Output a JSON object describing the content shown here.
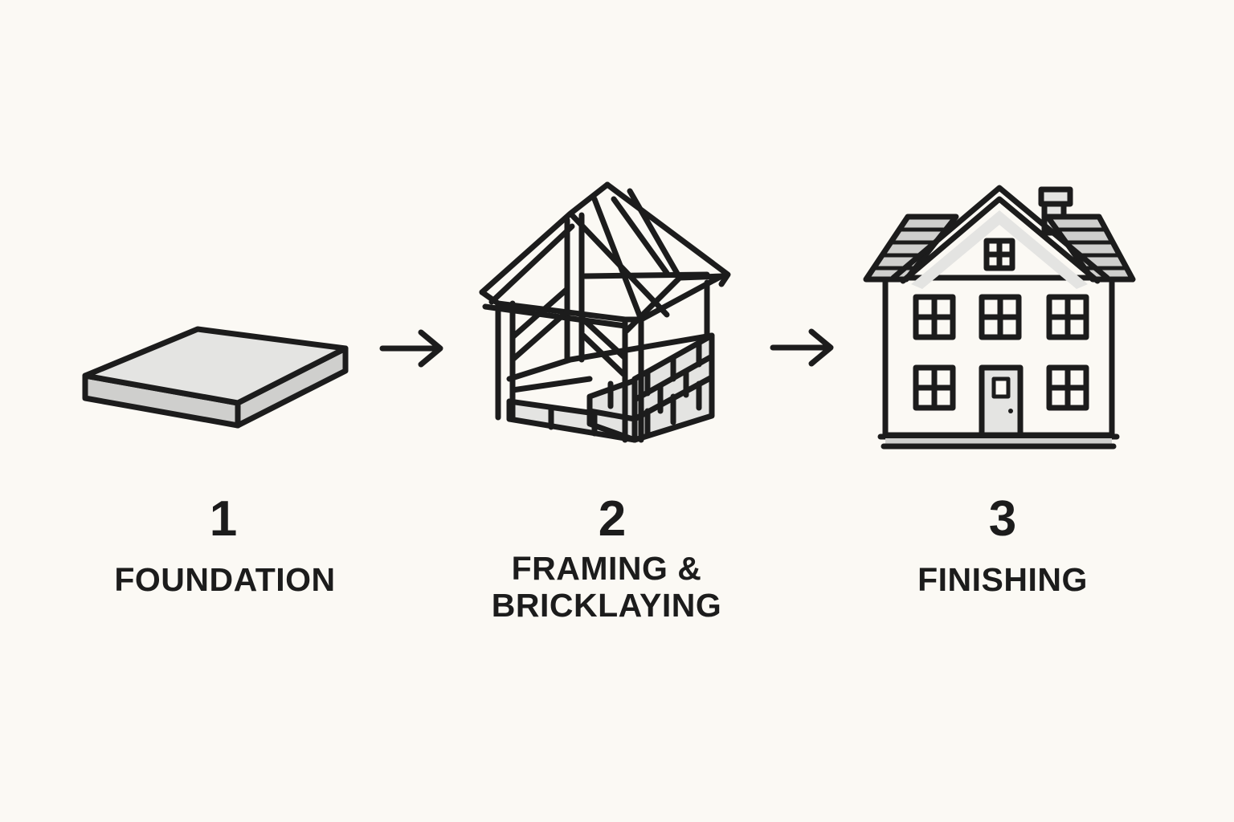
{
  "colors": {
    "background": "#fbf9f4",
    "ink": "#1c1c1c",
    "fill_light": "#e4e4e2",
    "fill_mid": "#cfcfcd"
  },
  "steps": [
    {
      "number": "1",
      "label": "FOUNDATION",
      "icon": "concrete-slab-icon"
    },
    {
      "number": "2",
      "label": "FRAMING &\nBRICKLAYING",
      "icon": "house-frame-icon"
    },
    {
      "number": "3",
      "label": "FINISHING",
      "icon": "finished-house-icon"
    }
  ],
  "connectors": [
    {
      "from": "1",
      "to": "2",
      "icon": "arrow-right-icon"
    },
    {
      "from": "2",
      "to": "3",
      "icon": "arrow-right-icon"
    }
  ]
}
